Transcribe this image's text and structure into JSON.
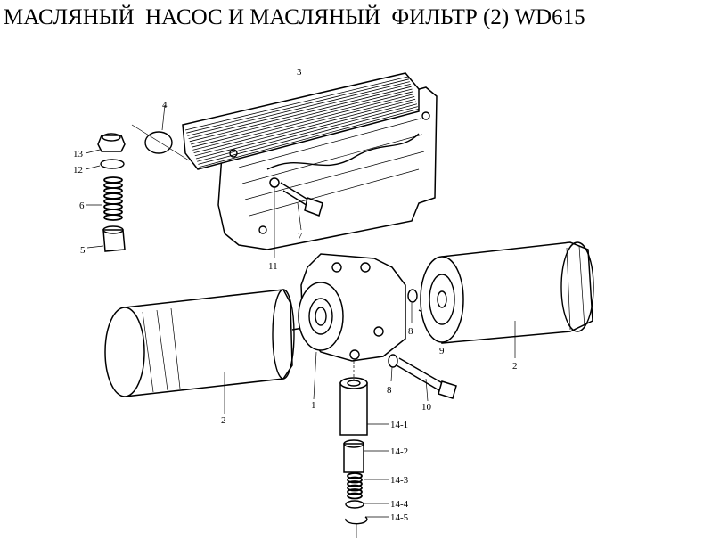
{
  "title": "МАСЛЯНЫЙ  НАСОС И МАСЛЯНЫЙ  ФИЛЬТР (2) WD615",
  "labels": {
    "p1": "1",
    "p2a": "2",
    "p2b": "2",
    "p3": "3",
    "p4": "4",
    "p5": "5",
    "p6": "6",
    "p7": "7",
    "p8a": "8",
    "p8b": "8",
    "p9": "9",
    "p10": "10",
    "p11": "11",
    "p12": "12",
    "p13": "13",
    "p14_1": "14-1",
    "p14_2": "14-2",
    "p14_3": "14-3",
    "p14_4": "14-4",
    "p14_5": "14-5"
  }
}
